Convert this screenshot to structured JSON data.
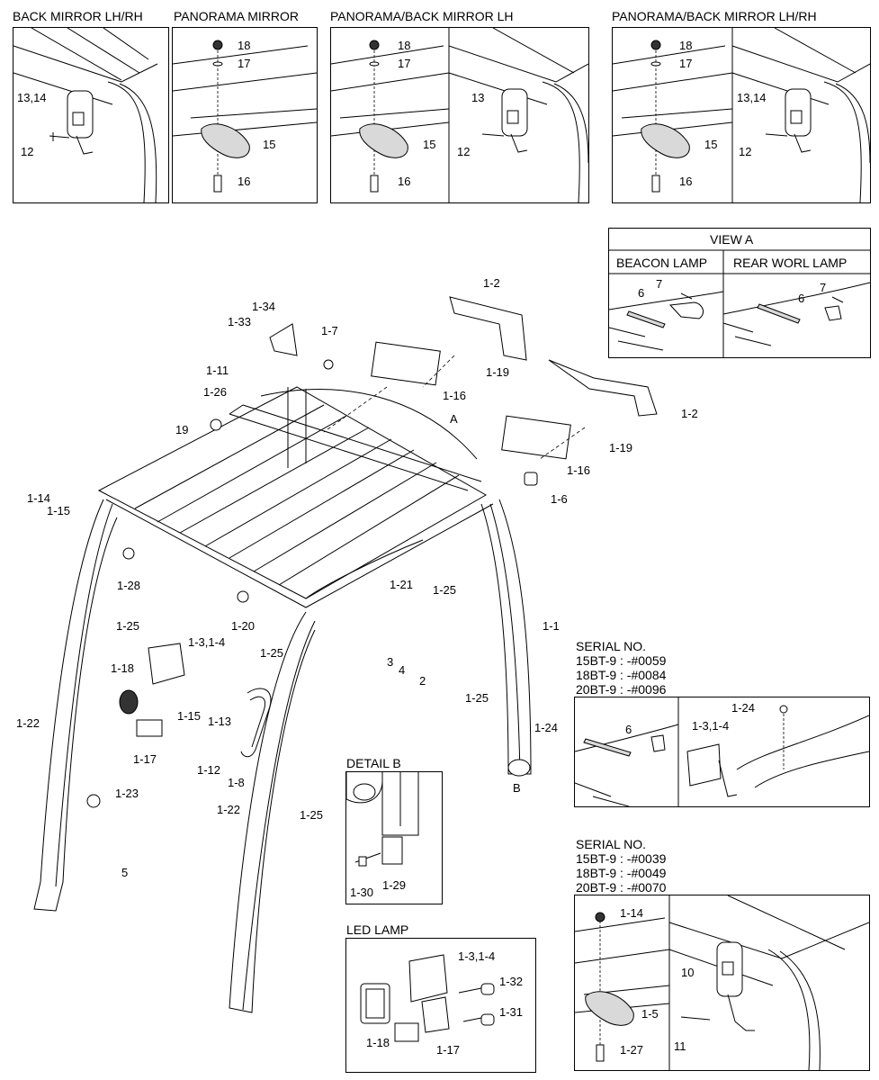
{
  "top_panels": {
    "back_mirror": {
      "title": "BACK MIRROR LH/RH",
      "labels": [
        "13,14",
        "12"
      ]
    },
    "panorama": {
      "title": "PANORAMA MIRROR",
      "labels": [
        "18",
        "17",
        "15",
        "16"
      ]
    },
    "panorama_back_lh": {
      "title": "PANORAMA/BACK MIRROR LH",
      "labels": [
        "18",
        "17",
        "15",
        "16",
        "13",
        "12"
      ]
    },
    "panorama_back_lhrh": {
      "title": "PANORAMA/BACK MIRROR LH/RH",
      "labels": [
        "18",
        "17",
        "15",
        "16",
        "13,14",
        "12"
      ]
    }
  },
  "view_a": {
    "title": "VIEW A",
    "beacon": {
      "title": "BEACON LAMP",
      "labels": [
        "7",
        "6"
      ]
    },
    "rear": {
      "title": "REAR WORL LAMP",
      "labels": [
        "7",
        "6"
      ]
    }
  },
  "main_labels": {
    "l1_2a": "1-2",
    "l1_2b": "1-2",
    "l1_34": "1-34",
    "l1_33": "1-33",
    "l1_7": "1-7",
    "l1_11": "1-11",
    "l1_19a": "1-19",
    "l1_19b": "1-19",
    "l1_26": "1-26",
    "l1_16a": "1-16",
    "l1_16b": "1-16",
    "lA": "A",
    "l19": "19",
    "l1_14": "1-14",
    "l1_15a": "1-15",
    "l1_6": "1-6",
    "l1_28": "1-28",
    "l1_25a": "1-25",
    "l1_21": "1-21",
    "l1_25b": "1-25",
    "l1_20": "1-20",
    "l1_1": "1-1",
    "l1_3_4": "1-3,1-4",
    "l1_25c": "1-25",
    "l3": "3",
    "l4": "4",
    "l2": "2",
    "l1_18": "1-18",
    "l1_15b": "1-15",
    "l1_13": "1-13",
    "l1_25d": "1-25",
    "l1_24": "1-24",
    "l1_22a": "1-22",
    "l1_17": "1-17",
    "l1_12": "1-12",
    "l1_8": "1-8",
    "lB": "B",
    "l1_23": "1-23",
    "l1_22b": "1-22",
    "l1_25e": "1-25",
    "l5": "5"
  },
  "detail_b": {
    "title": "DETAIL B",
    "labels": [
      "1-30",
      "1-29"
    ]
  },
  "led_lamp": {
    "title": "LED LAMP",
    "labels": [
      "1-3,1-4",
      "1-32",
      "1-31",
      "1-18",
      "1-17"
    ]
  },
  "serial1": {
    "heading": "SERIAL NO.",
    "lines": [
      "15BT-9 : -#0059",
      "18BT-9 : -#0084",
      "20BT-9 : -#0096"
    ],
    "labels": [
      "1-24",
      "6",
      "1-3,1-4"
    ]
  },
  "serial2": {
    "heading": "SERIAL NO.",
    "lines": [
      "15BT-9 : -#0039",
      "18BT-9 : -#0049",
      "20BT-9 : -#0070"
    ],
    "labels": [
      "1-14",
      "10",
      "1-5",
      "1-27",
      "11"
    ]
  }
}
